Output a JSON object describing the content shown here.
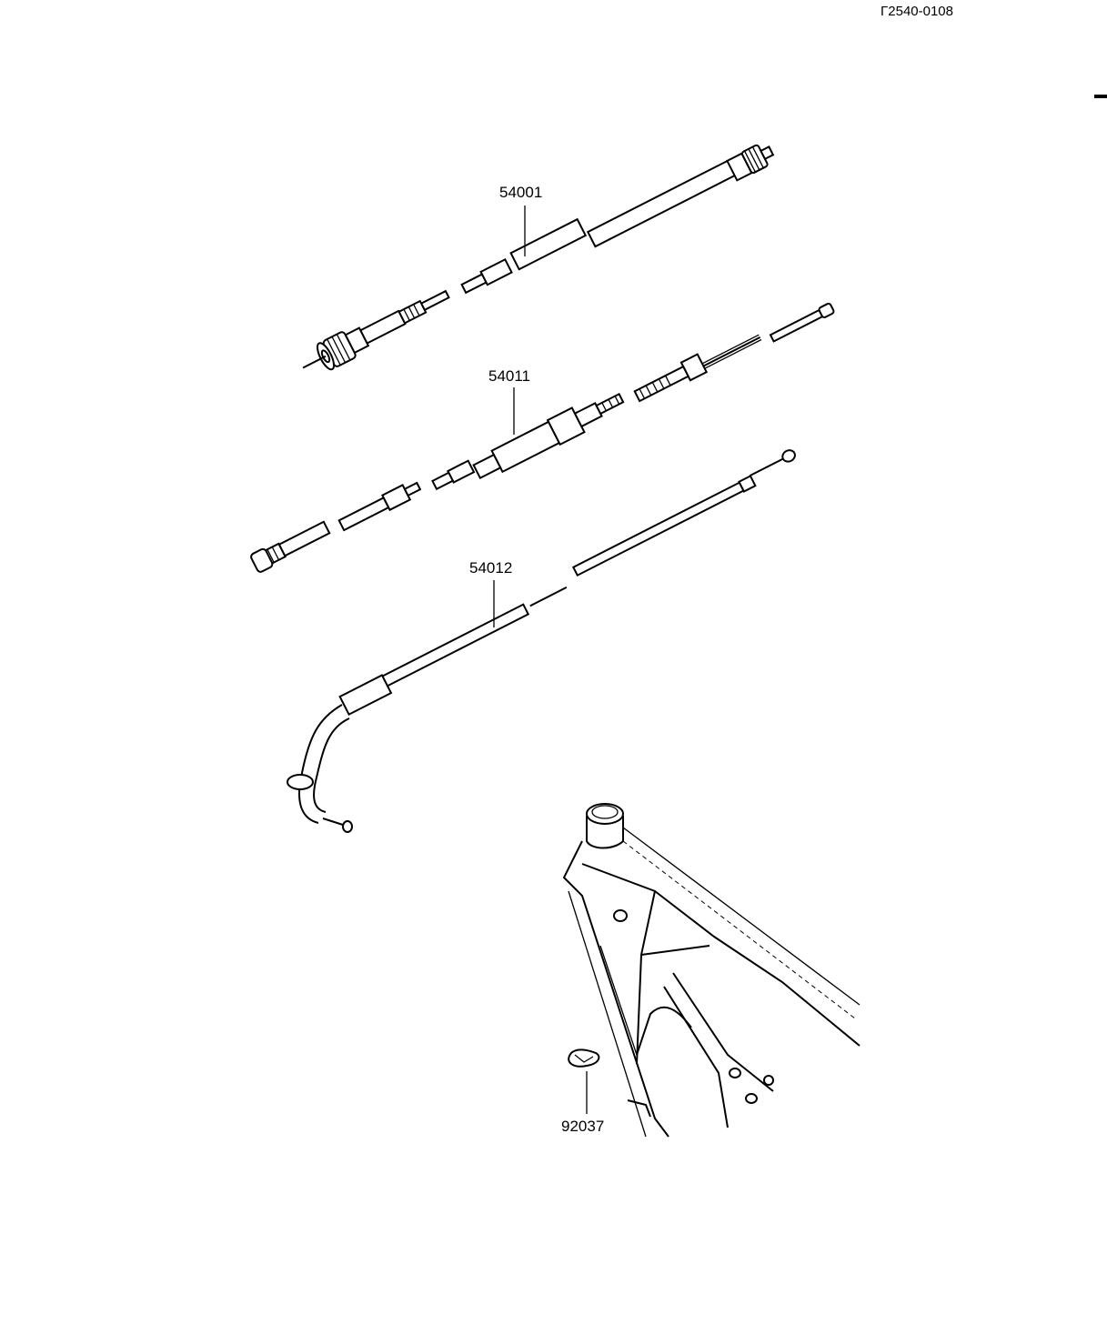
{
  "diagram": {
    "reference_code": "Γ2540-0108",
    "parts": [
      {
        "number": "54001"
      },
      {
        "number": "54011"
      },
      {
        "number": "54012"
      },
      {
        "number": "92037"
      }
    ]
  }
}
